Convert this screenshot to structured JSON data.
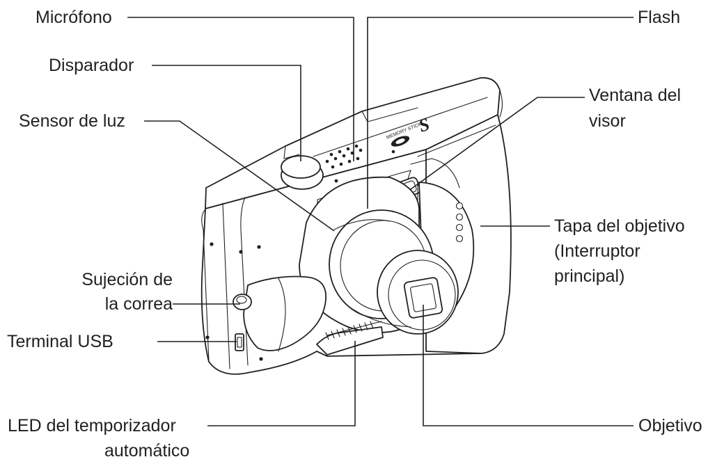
{
  "labels": {
    "microfono": "Micrófono",
    "flash": "Flash",
    "disparador": "Disparador",
    "sensor_luz": "Sensor de luz",
    "ventana_visor_1": "Ventana del",
    "ventana_visor_2": "visor",
    "tapa_objetivo_1": "Tapa del objetivo",
    "tapa_objetivo_2": "(Interruptor",
    "tapa_objetivo_3": "principal)",
    "sujecion_1": "Sujeción de",
    "sujecion_2": "la correa",
    "terminal_usb": "Terminal USB",
    "led_1": "LED del temporizador",
    "led_2": "automático",
    "objetivo": "Objetivo"
  },
  "camera_markings": {
    "brand_badge": "MEMORY STICK",
    "logo_mark": "S"
  }
}
